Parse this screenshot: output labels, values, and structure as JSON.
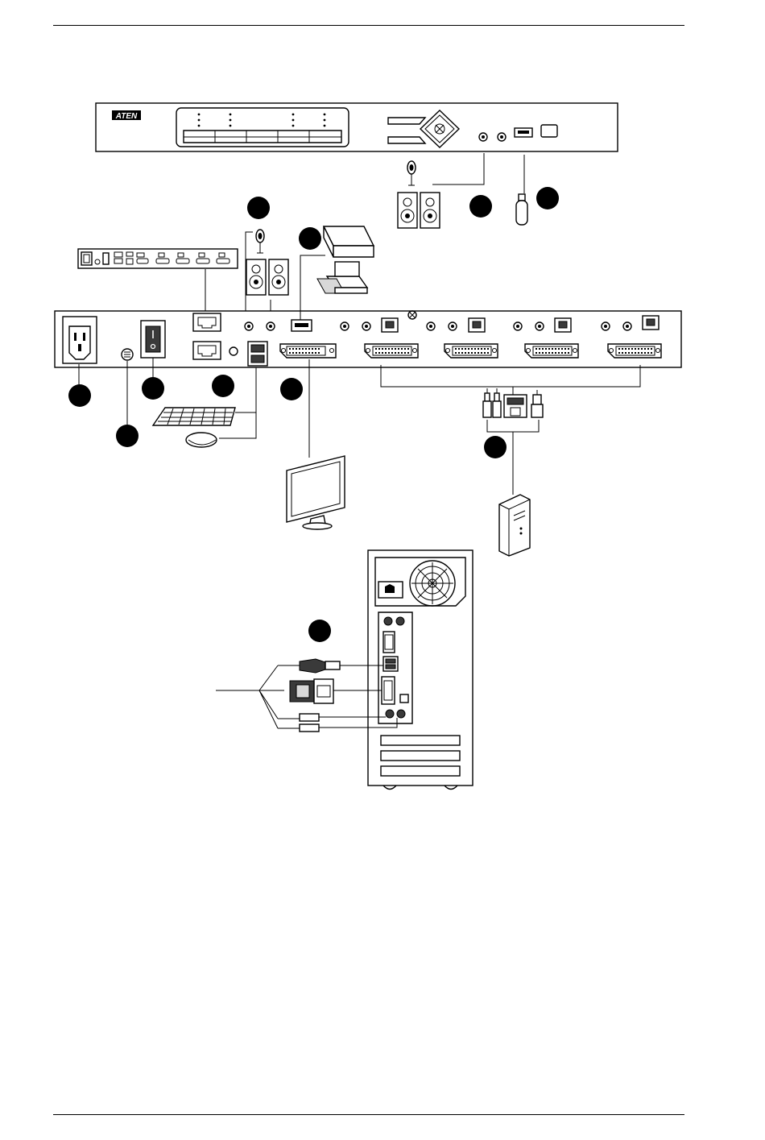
{
  "diagram": {
    "brand_logo_text": "ATEN",
    "callouts": [
      {
        "id": "callout-1"
      },
      {
        "id": "callout-2"
      },
      {
        "id": "callout-3"
      },
      {
        "id": "callout-4"
      },
      {
        "id": "callout-5"
      },
      {
        "id": "callout-6"
      },
      {
        "id": "callout-7"
      },
      {
        "id": "callout-8"
      },
      {
        "id": "callout-9"
      },
      {
        "id": "callout-10"
      },
      {
        "id": "callout-11"
      }
    ],
    "colors": {
      "line": "#000000",
      "callout_fill": "#000000",
      "panel_fill": "#ffffff"
    }
  }
}
